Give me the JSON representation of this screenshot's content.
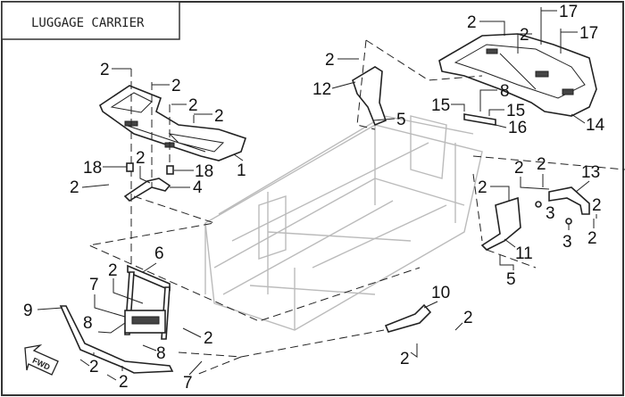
{
  "title": "LUGGAGE CARRIER",
  "fwd_logo": "FWD",
  "callouts": [
    "2",
    "2",
    "2",
    "2",
    "1",
    "18",
    "18",
    "2",
    "2",
    "4",
    "6",
    "2",
    "7",
    "9",
    "8",
    "8",
    "2",
    "2",
    "2",
    "7",
    "10",
    "2",
    "2",
    "2",
    "12",
    "5",
    "15",
    "8",
    "15",
    "16",
    "14",
    "2",
    "17",
    "2",
    "17",
    "2",
    "2",
    "2",
    "13",
    "3",
    "2",
    "3",
    "2",
    "11",
    "5"
  ]
}
